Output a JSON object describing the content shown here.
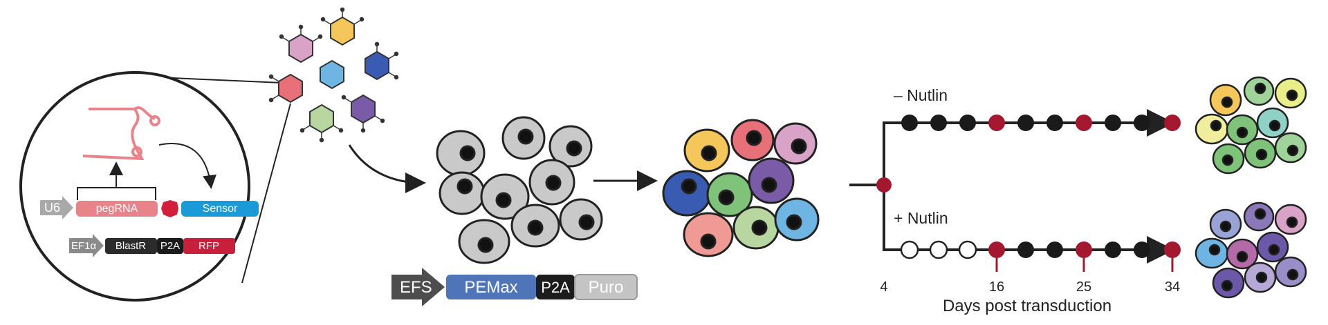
{
  "construct_left": {
    "row1": {
      "promoter": "U6",
      "pegrna": "pegRNA",
      "sensor": "Sensor"
    },
    "row2": {
      "promoter": "EF1α",
      "blastr": "BlastR",
      "p2a": "P2A",
      "rfp": "RFP"
    }
  },
  "construct_pemax": {
    "promoter": "EFS",
    "pemax": "PEMax",
    "p2a": "P2A",
    "puro": "Puro"
  },
  "timeline": {
    "minus_label": "– Nutlin",
    "plus_label": "+ Nutlin",
    "ticks": [
      "4",
      "16",
      "25",
      "34"
    ],
    "xlabel": "Days post transduction"
  },
  "colors": {
    "pegrna": "#e8838a",
    "sensor": "#1a9ad6",
    "rfp": "#c8203c",
    "pemax": "#4f74b8",
    "dark_box": "#2b2b2b",
    "puro": "#c4c4c4",
    "sample_red": "#a3182e",
    "gray_cell": "#c9c9c9"
  }
}
